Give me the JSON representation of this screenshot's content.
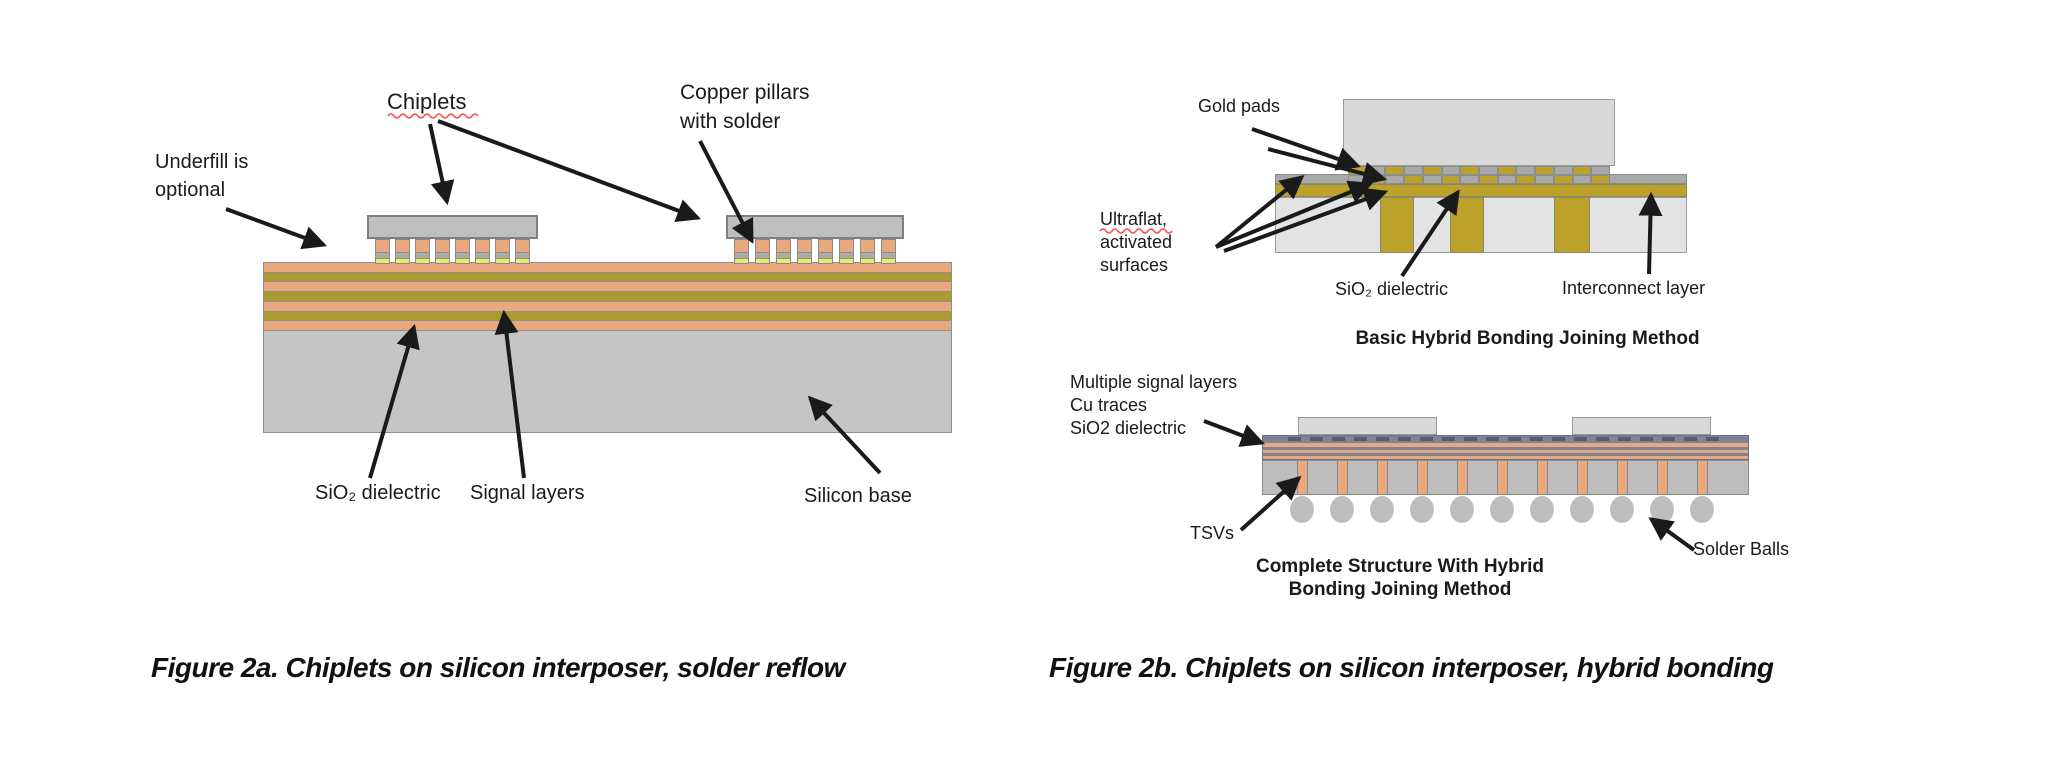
{
  "colors": {
    "copper": "#E9A87D",
    "dielectric_olive": "#AC9C2F",
    "chip_gray": "#BFBFBF",
    "silicon_gray": "#C5C5C5",
    "pillar_solder_gray": "#ABABAB",
    "pillar_solder_yellow": "#EDE87B",
    "die_light": "#D9D9D9",
    "gold": "#BCA22B",
    "pad_gray": "#A9A9A9",
    "substrate_light": "#E3E3E3",
    "slate": "#7C8495",
    "slate_dark": "#555E6E",
    "ball_gray": "#BDBDBD",
    "arrow": "#1a1a1a",
    "squiggle": "#FF5050"
  },
  "figure_2a": {
    "caption": "Figure 2a. Chiplets on silicon interposer, solder reflow",
    "labels": {
      "chiplets": "Chiplets",
      "underfill_line1": "Underfill is",
      "underfill_line2": "optional",
      "copper_line1": "Copper pillars",
      "copper_line2": "with solder",
      "sio2": "SiO₂ dielectric",
      "signal": "Signal layers",
      "silicon": "Silicon base"
    },
    "structure": {
      "chiplet_count": 2,
      "pillars_per_chiplet": 8,
      "signal_layer_count": 7
    }
  },
  "figure_2b": {
    "caption": "Figure 2b. Chiplets on silicon interposer, hybrid bonding",
    "top": {
      "title": "Basic Hybrid Bonding Joining Method",
      "labels": {
        "gold_pads": "Gold pads",
        "ultraflat_line1": "Ultraflat,",
        "ultraflat_line2": "activated",
        "ultraflat_line3": "surfaces",
        "sio2": "SiO₂ dielectric",
        "interconnect": "Interconnect layer"
      },
      "structure": {
        "pad_columns": 14,
        "via_count": 3
      }
    },
    "bottom": {
      "title_line1": "Complete Structure With Hybrid",
      "title_line2": "Bonding Joining Method",
      "labels": {
        "multi_line1": "Multiple signal layers",
        "multi_line2": "Cu traces",
        "multi_line3": "SiO2 dielectric",
        "tsvs": "TSVs",
        "solder_balls": "Solder Balls"
      },
      "structure": {
        "chiplet_count": 2,
        "tsv_count": 11,
        "ball_count": 11
      }
    }
  }
}
